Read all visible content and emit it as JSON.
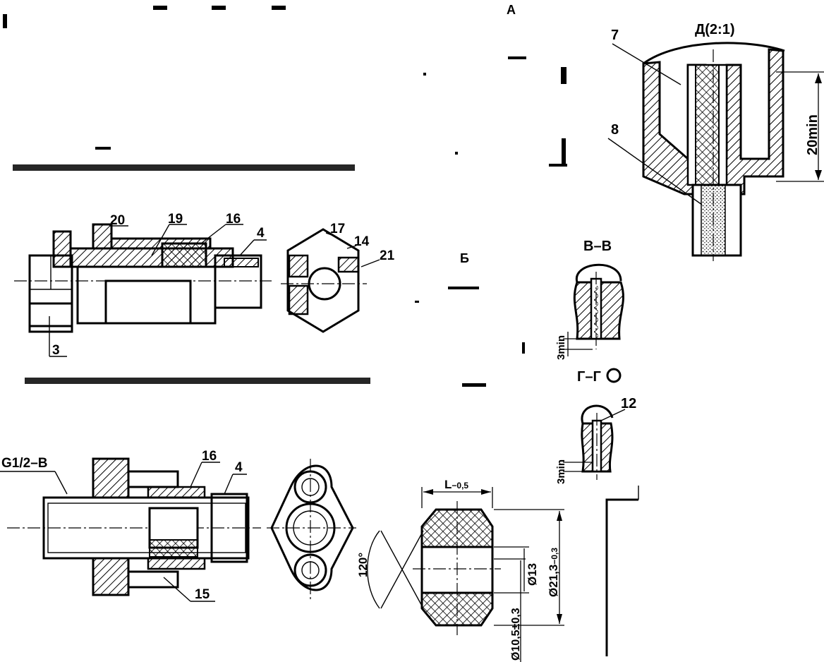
{
  "colors": {
    "ink": "#000000",
    "paper": "#ffffff"
  },
  "views": {
    "view_a": {
      "label": "А"
    },
    "view_b": {
      "label": "Б"
    },
    "detail_d": {
      "title": "Д(2:1)",
      "callout_7": "7",
      "callout_8": "8",
      "dim_20min": "20min"
    },
    "section_vv": {
      "title": "В–В",
      "dim_3min": "3min"
    },
    "section_gg": {
      "title": "Г–Г",
      "callout_12": "12",
      "dim_3min": "3min"
    },
    "assembly_top": {
      "callouts": [
        "20",
        "19",
        "16",
        "4",
        "3"
      ],
      "end_view_callouts": [
        "17",
        "14",
        "21"
      ]
    },
    "assembly_bottom": {
      "thread": "G1/2–B",
      "callouts": [
        "16",
        "4",
        "15"
      ]
    },
    "seal_ring": {
      "dim_length": "L",
      "dim_length_tol": "−0,5",
      "angle": "120°",
      "dim_d13": "Ø13",
      "dim_d213": "Ø21,3",
      "dim_d213_tol": "−0,3",
      "dim_d105": "Ø10,5±0,3"
    }
  }
}
